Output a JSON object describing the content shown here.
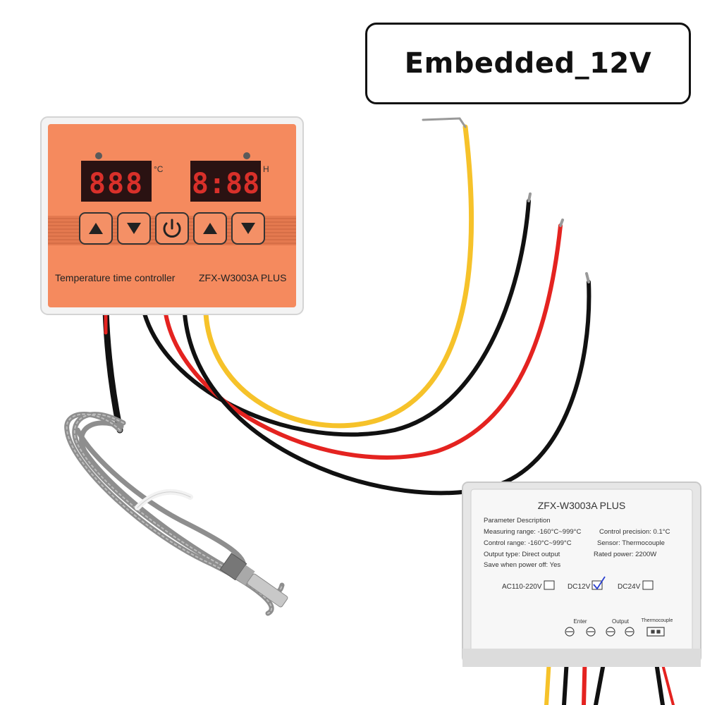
{
  "title_box": {
    "label": "Embedded_12V"
  },
  "controller": {
    "display_left": "888",
    "display_right": "8:88",
    "unit_celsius": "°C",
    "unit_hour": "H",
    "caption": "Temperature time controller",
    "model": "ZFX-W3003A PLUS"
  },
  "back_panel": {
    "model": "ZFX-W3003A  PLUS",
    "heading": "Parameter Description",
    "params": [
      {
        "left": "Measuring range:  -160°C~999°C",
        "right": "Control precision:  0.1°C"
      },
      {
        "left": "Control range:  -160°C~999°C",
        "right": "Sensor:  Thermocouple"
      },
      {
        "left": "Output type:  Direct output",
        "right": "Rated power:  2200W"
      },
      {
        "left": "Save when power off:  Yes",
        "right": ""
      }
    ],
    "voltages": [
      {
        "label": "AC110-220V",
        "checked": false
      },
      {
        "label": "DC12V",
        "checked": true
      },
      {
        "label": "DC24V",
        "checked": false
      }
    ],
    "terminals": {
      "enter": "Enter",
      "output": "Output",
      "thermocouple": "Thermocouple"
    }
  },
  "colors": {
    "panel_orange": "#f58a5e",
    "segment_red": "#d9302a",
    "wire_yellow": "#f6c22a",
    "wire_red": "#e42320",
    "wire_black": "#111111",
    "braid_gray": "#8e8e8e"
  }
}
